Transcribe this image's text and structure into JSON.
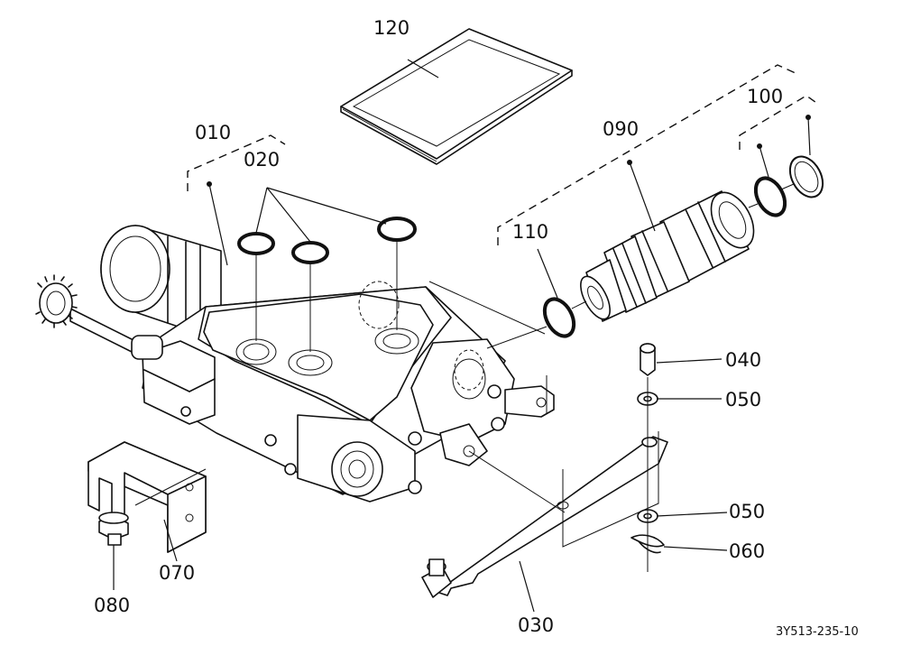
{
  "labels": {
    "p010": "010",
    "p020": "020",
    "p030": "030",
    "p040": "040",
    "p050a": "050",
    "p050b": "050",
    "p060": "060",
    "p070": "070",
    "p080": "080",
    "p090": "090",
    "p100": "100",
    "p110": "110",
    "p120": "120"
  },
  "figure_code": "3Y513-235-10"
}
